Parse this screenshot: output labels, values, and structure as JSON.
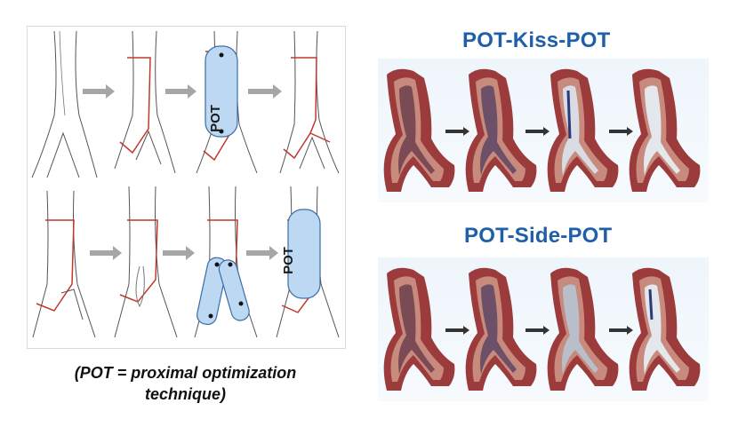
{
  "left_panel": {
    "pot_labels": [
      "POT",
      "POT"
    ],
    "caption_line1": "(POT = proximal optimization",
    "caption_line2": "technique)"
  },
  "right_panel": {
    "kiss_title": "POT-Kiss-POT",
    "side_title": "POT-Side-POT"
  },
  "colors": {
    "title_blue": "#1f5fa8",
    "balloon_fill": "#bcd8f2",
    "balloon_stroke": "#3a6ea5",
    "stent_red": "#c0392b",
    "arrow_gray": "#a6a6a6",
    "vessel_outer": "#9b3b3b",
    "vessel_inner": "#c98a7e",
    "vessel_lumen": "#7a4a55"
  },
  "icons": [
    "arrow-right-icon",
    "balloon-icon",
    "vessel-bifurcation-icon"
  ]
}
